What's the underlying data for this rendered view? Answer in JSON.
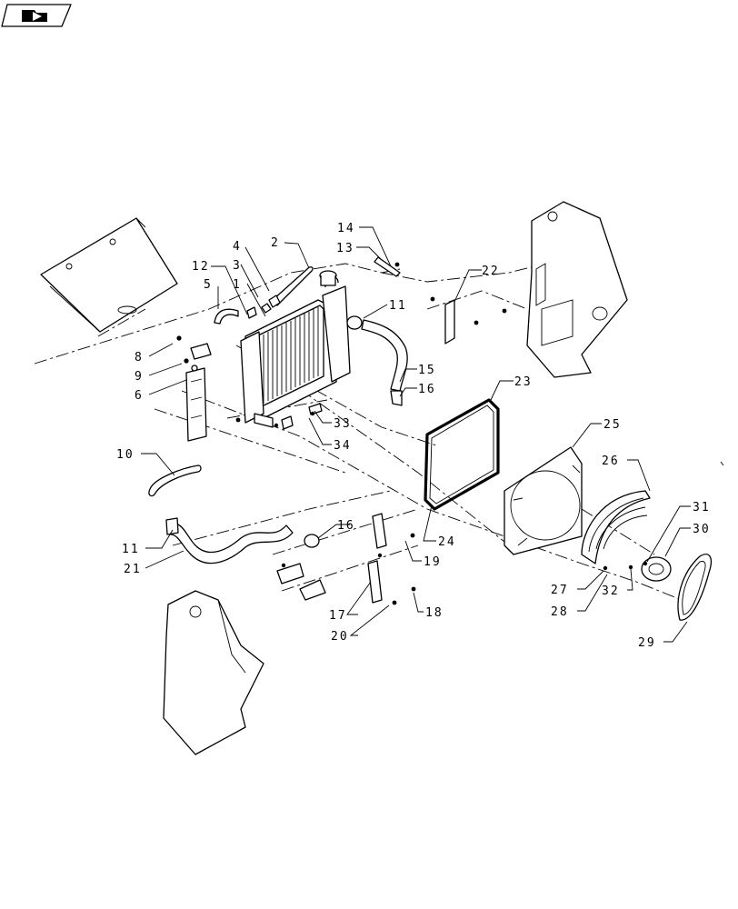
{
  "nav_icon": {
    "icon": "folder-arrow-icon"
  },
  "callouts": [
    {
      "id": "c1",
      "text": "1"
    },
    {
      "id": "c2",
      "text": "2"
    },
    {
      "id": "c3",
      "text": "3"
    },
    {
      "id": "c4",
      "text": "4"
    },
    {
      "id": "c5",
      "text": "5"
    },
    {
      "id": "c6",
      "text": "6"
    },
    {
      "id": "c8",
      "text": "8"
    },
    {
      "id": "c9",
      "text": "9"
    },
    {
      "id": "c10",
      "text": "10"
    },
    {
      "id": "c11a",
      "text": "11"
    },
    {
      "id": "c11b",
      "text": "11"
    },
    {
      "id": "c12",
      "text": "12"
    },
    {
      "id": "c13",
      "text": "13"
    },
    {
      "id": "c14",
      "text": "14"
    },
    {
      "id": "c15",
      "text": "15"
    },
    {
      "id": "c16a",
      "text": "16"
    },
    {
      "id": "c16b",
      "text": "16"
    },
    {
      "id": "c17",
      "text": "17"
    },
    {
      "id": "c18",
      "text": "18"
    },
    {
      "id": "c19",
      "text": "19"
    },
    {
      "id": "c20",
      "text": "20"
    },
    {
      "id": "c21",
      "text": "21"
    },
    {
      "id": "c22",
      "text": "22"
    },
    {
      "id": "c23",
      "text": "23"
    },
    {
      "id": "c24",
      "text": "24"
    },
    {
      "id": "c25",
      "text": "25"
    },
    {
      "id": "c26",
      "text": "26"
    },
    {
      "id": "c27",
      "text": "27"
    },
    {
      "id": "c28",
      "text": "28"
    },
    {
      "id": "c29",
      "text": "29"
    },
    {
      "id": "c30",
      "text": "30"
    },
    {
      "id": "c31",
      "text": "31"
    },
    {
      "id": "c32",
      "text": "32"
    },
    {
      "id": "c33",
      "text": "33"
    },
    {
      "id": "c34",
      "text": "34"
    }
  ]
}
